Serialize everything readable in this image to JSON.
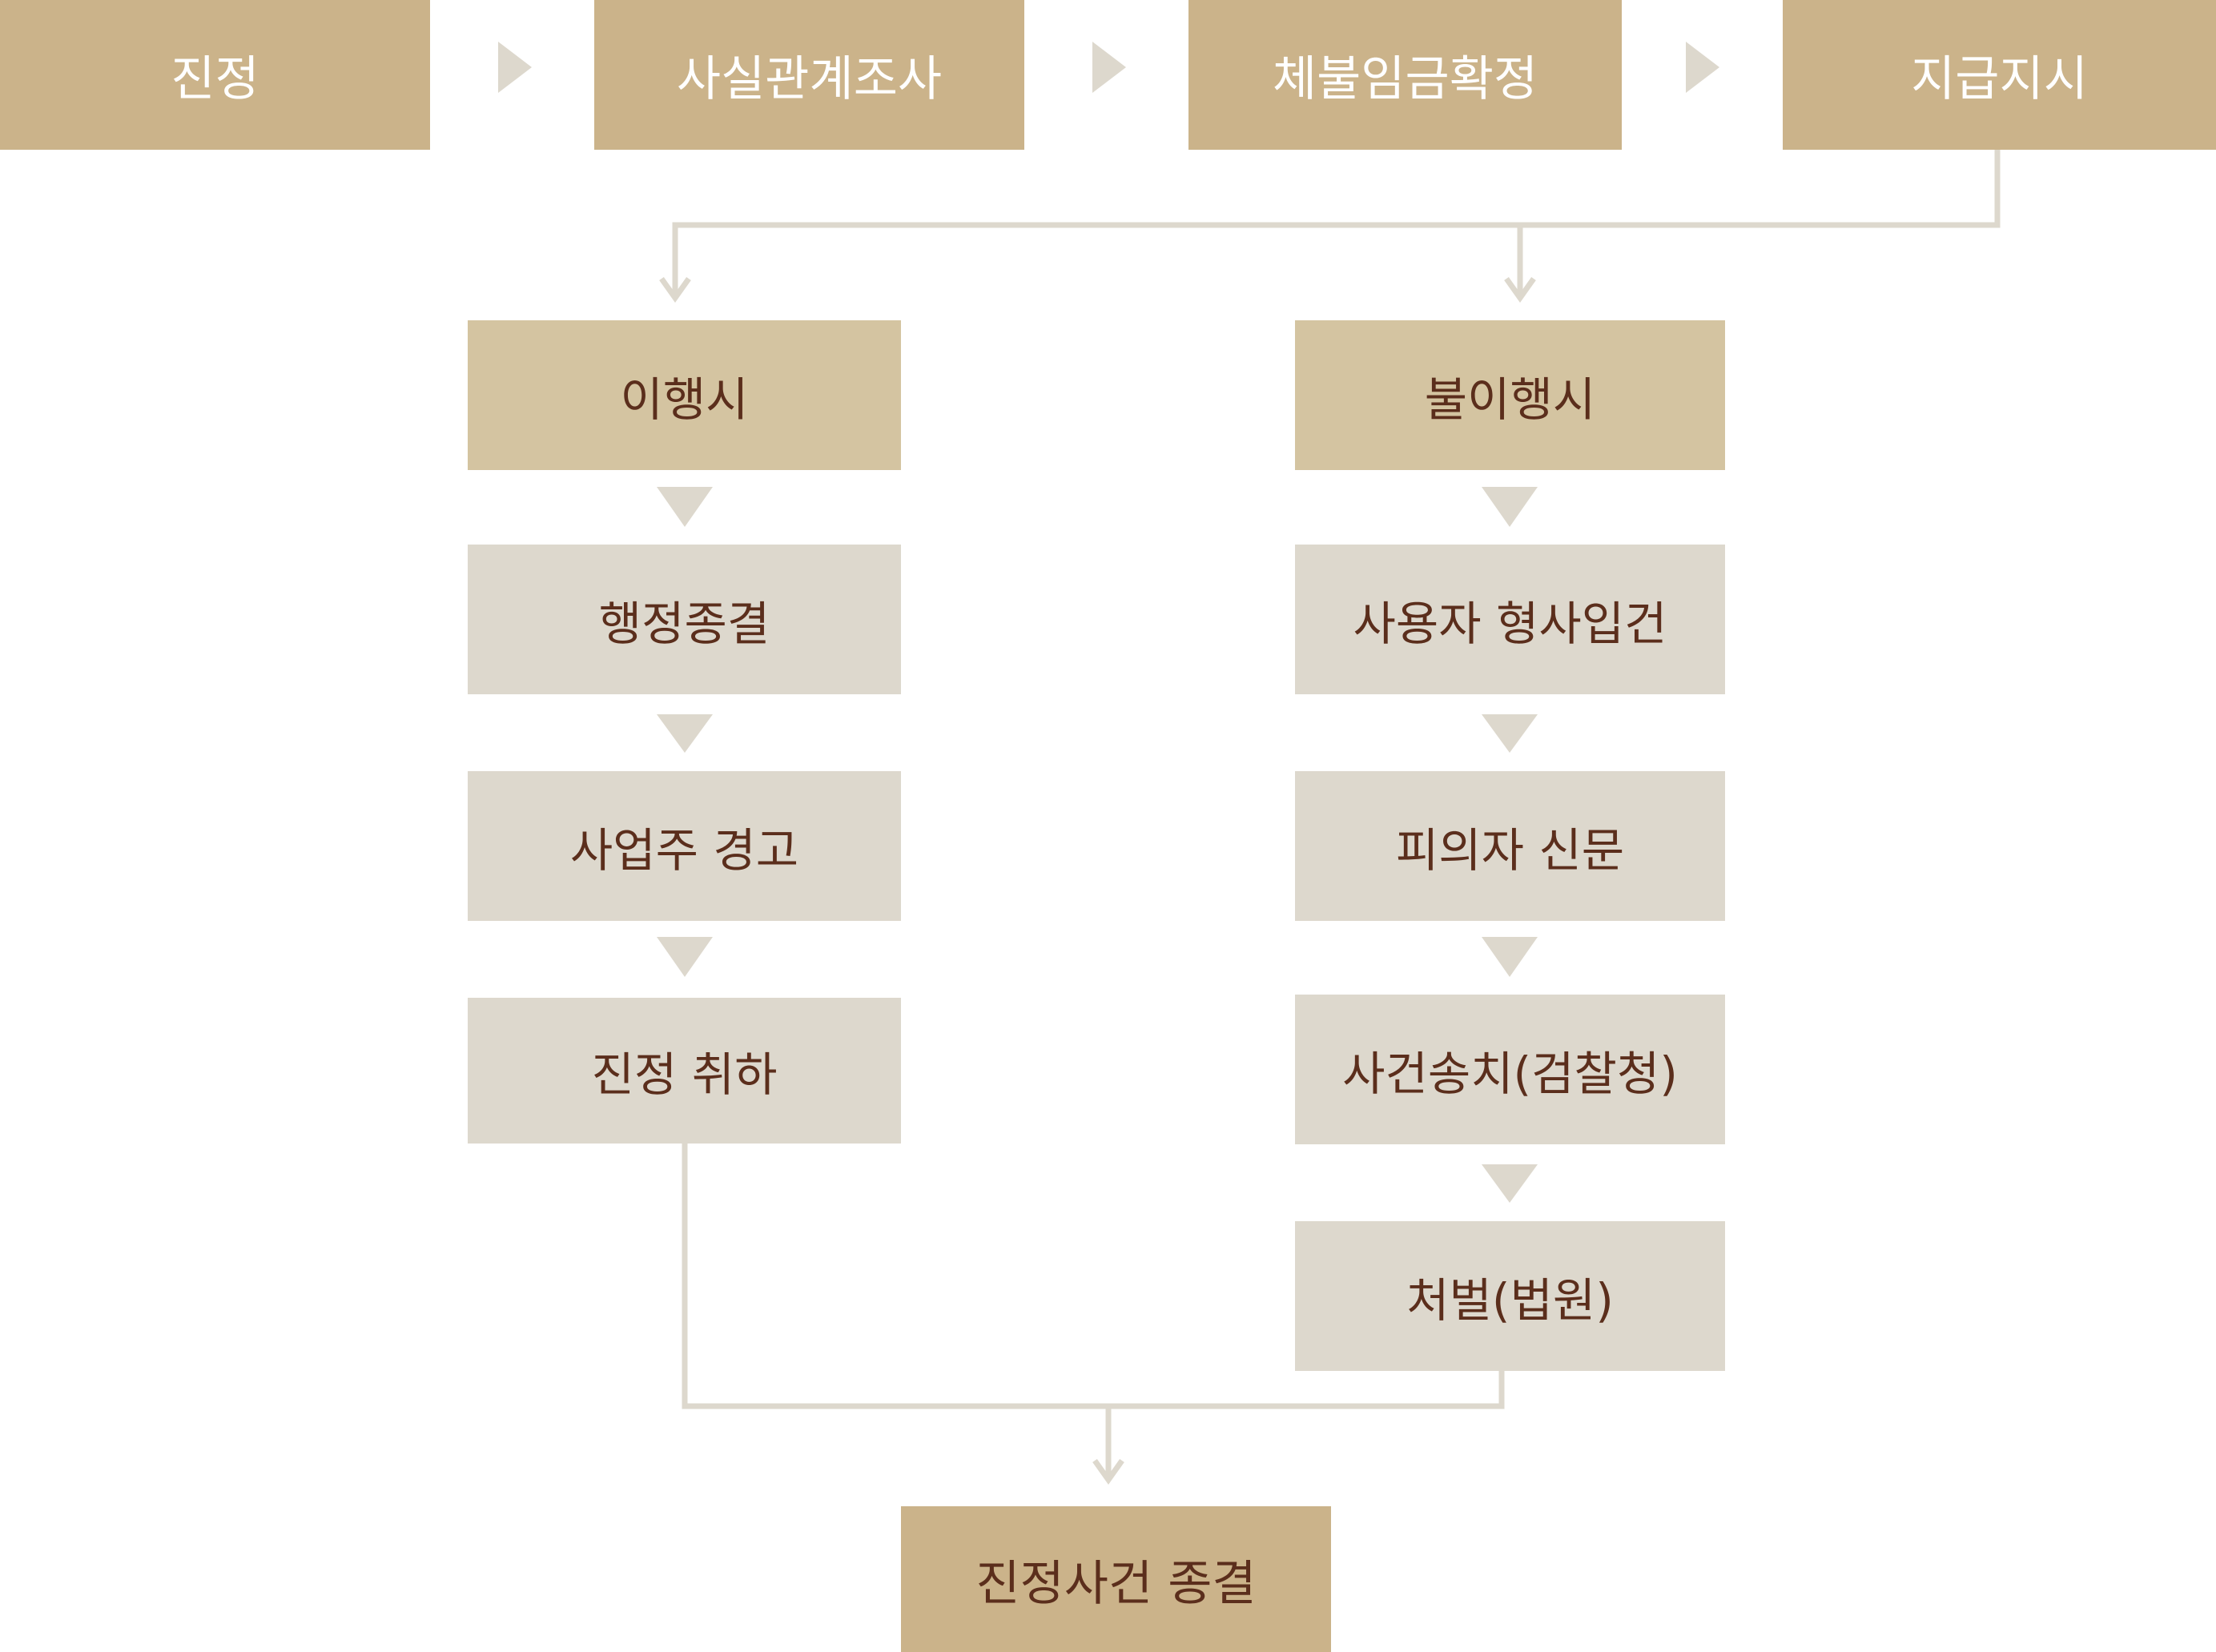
{
  "top_steps": [
    "진정",
    "사실관계조사",
    "체불임금확정",
    "지급지시"
  ],
  "left_branch": {
    "title": "이행시",
    "steps": [
      "행정종결",
      "사업주 경고",
      "진정 취하"
    ]
  },
  "right_branch": {
    "title": "불이행시",
    "steps": [
      "사용자 형사입건",
      "피의자 신문",
      "사건송치(검찰청)",
      "처벌(법원)"
    ]
  },
  "final": "진정사건 종결",
  "colors": {
    "top_fill": "#cbb38a",
    "branch_fill": "#d4c4a1",
    "step_fill": "#ddd8cd",
    "connector": "#ddd8cd",
    "text_dark": "#5b2e1c",
    "text_light": "#ffffff"
  }
}
